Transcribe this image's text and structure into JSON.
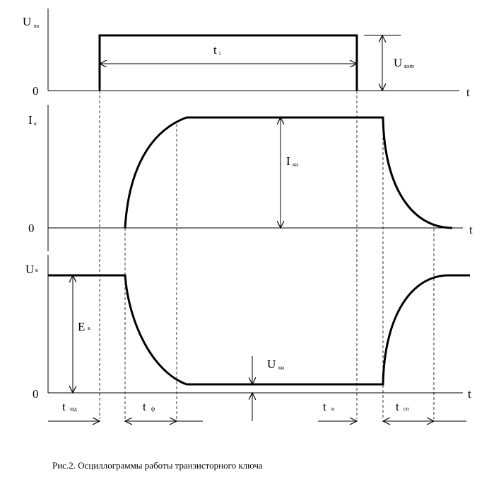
{
  "labels": {
    "uvx_main": "U",
    "uvx_sub": "вх",
    "zero_top": "0",
    "t_top": "t",
    "ti_main": "t",
    "ti_sub": "і",
    "uvxm_main": "U",
    "uvxm_sub": "вхm",
    "ik_main": "I",
    "ik_sub": "к",
    "zero_mid": "0",
    "t_mid": "t",
    "ikn_main": "I",
    "ikn_sub": "кн",
    "uk_main": "U",
    "uk_sub": "к",
    "ek_main": "Е",
    "ek_sub": "к",
    "zero_bot": "0",
    "t_bot": "t",
    "uke_main": "U",
    "uke_sub": "кн",
    "tzad_main": "t",
    "tzad_sub": "зад",
    "tf_main": "t",
    "tf_sub": "ф",
    "tn_main": "t",
    "tn_sub": "н",
    "tsp_main": "t",
    "tsp_sub": "сп"
  },
  "caption": "Рис.2. Осциллограммы работы транзисторного ключа"
}
